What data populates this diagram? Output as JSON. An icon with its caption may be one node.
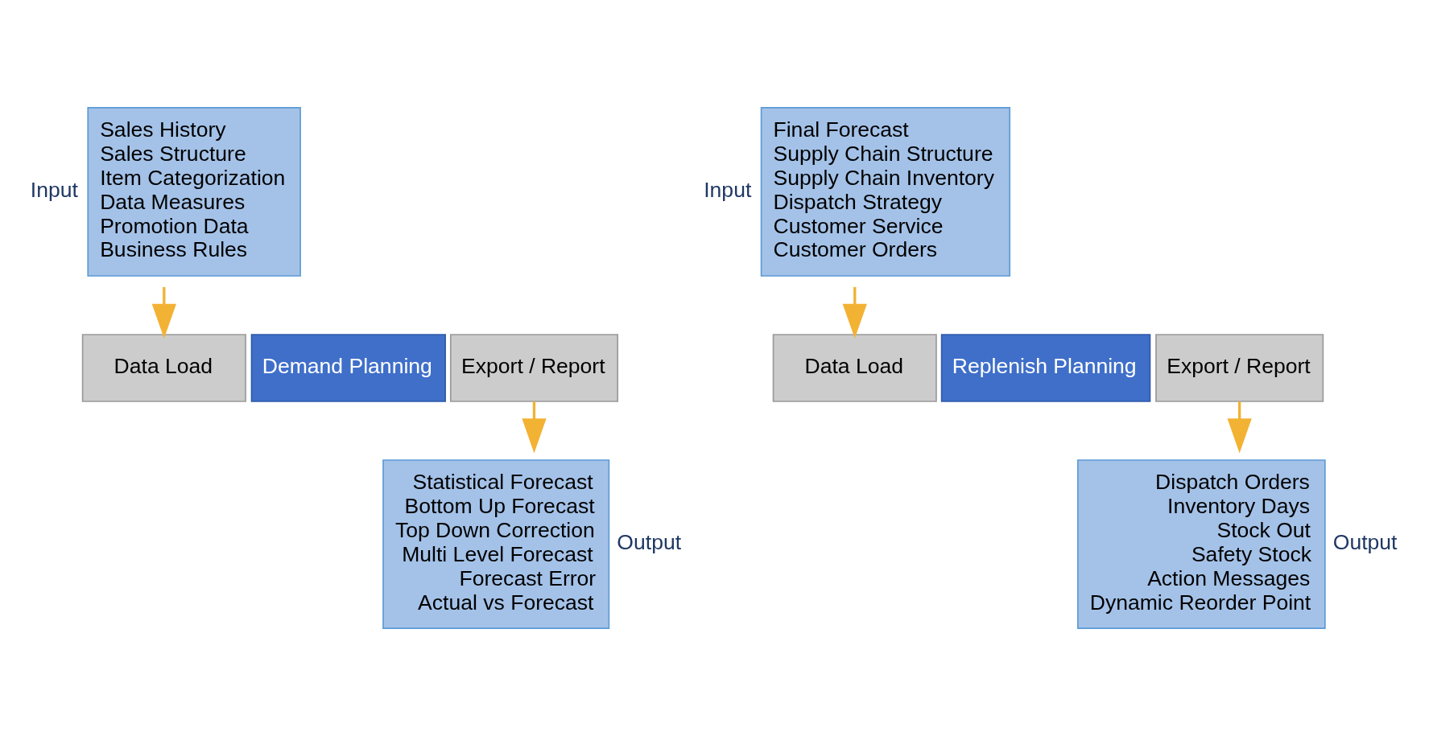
{
  "diagram": {
    "nodes": [
      {
        "text": [
          "Sales History",
          "Sales Structure",
          "Item Categorization",
          "Data Measures",
          "Promotion Data",
          "Business Rules"
        ],
        "beside": [
          "Input"
        ]
      },
      {
        "text": [
          "Data Load"
        ]
      },
      {
        "text": [
          "Demand Planning"
        ]
      },
      {
        "text": [
          "Export / Report"
        ]
      },
      {
        "text": [
          "Statistical Forecast",
          "Bottom Up Forecast",
          "Top Down Correction",
          "Multi Level Forecast",
          "Forecast Error",
          "Actual vs Forecast"
        ],
        "beside": [
          "Output"
        ]
      },
      {
        "text": [
          "Final Forecast",
          "Supply Chain Structure",
          "Supply Chain Inventory",
          "Dispatch Strategy",
          "Customer Service",
          "Customer Orders"
        ],
        "beside": [
          "Input"
        ]
      },
      {
        "text": [
          "Data Load"
        ]
      },
      {
        "text": [
          "Replenish Planning"
        ]
      },
      {
        "text": [
          "Export / Report"
        ]
      },
      {
        "text": [
          "Dispatch Orders",
          "Inventory Days",
          "Stock Out",
          "Safety Stock",
          "Action Messages",
          "Dynamic Reorder Point"
        ],
        "beside": [
          "Output"
        ]
      }
    ],
    "edges": [
      {
        "from": 0,
        "to": 1,
        "arrow": "to"
      },
      {
        "from": 3,
        "to": 4,
        "arrow": "to"
      },
      {
        "from": 5,
        "to": 6,
        "arrow": "to"
      },
      {
        "from": 8,
        "to": 9,
        "arrow": "to"
      }
    ]
  }
}
